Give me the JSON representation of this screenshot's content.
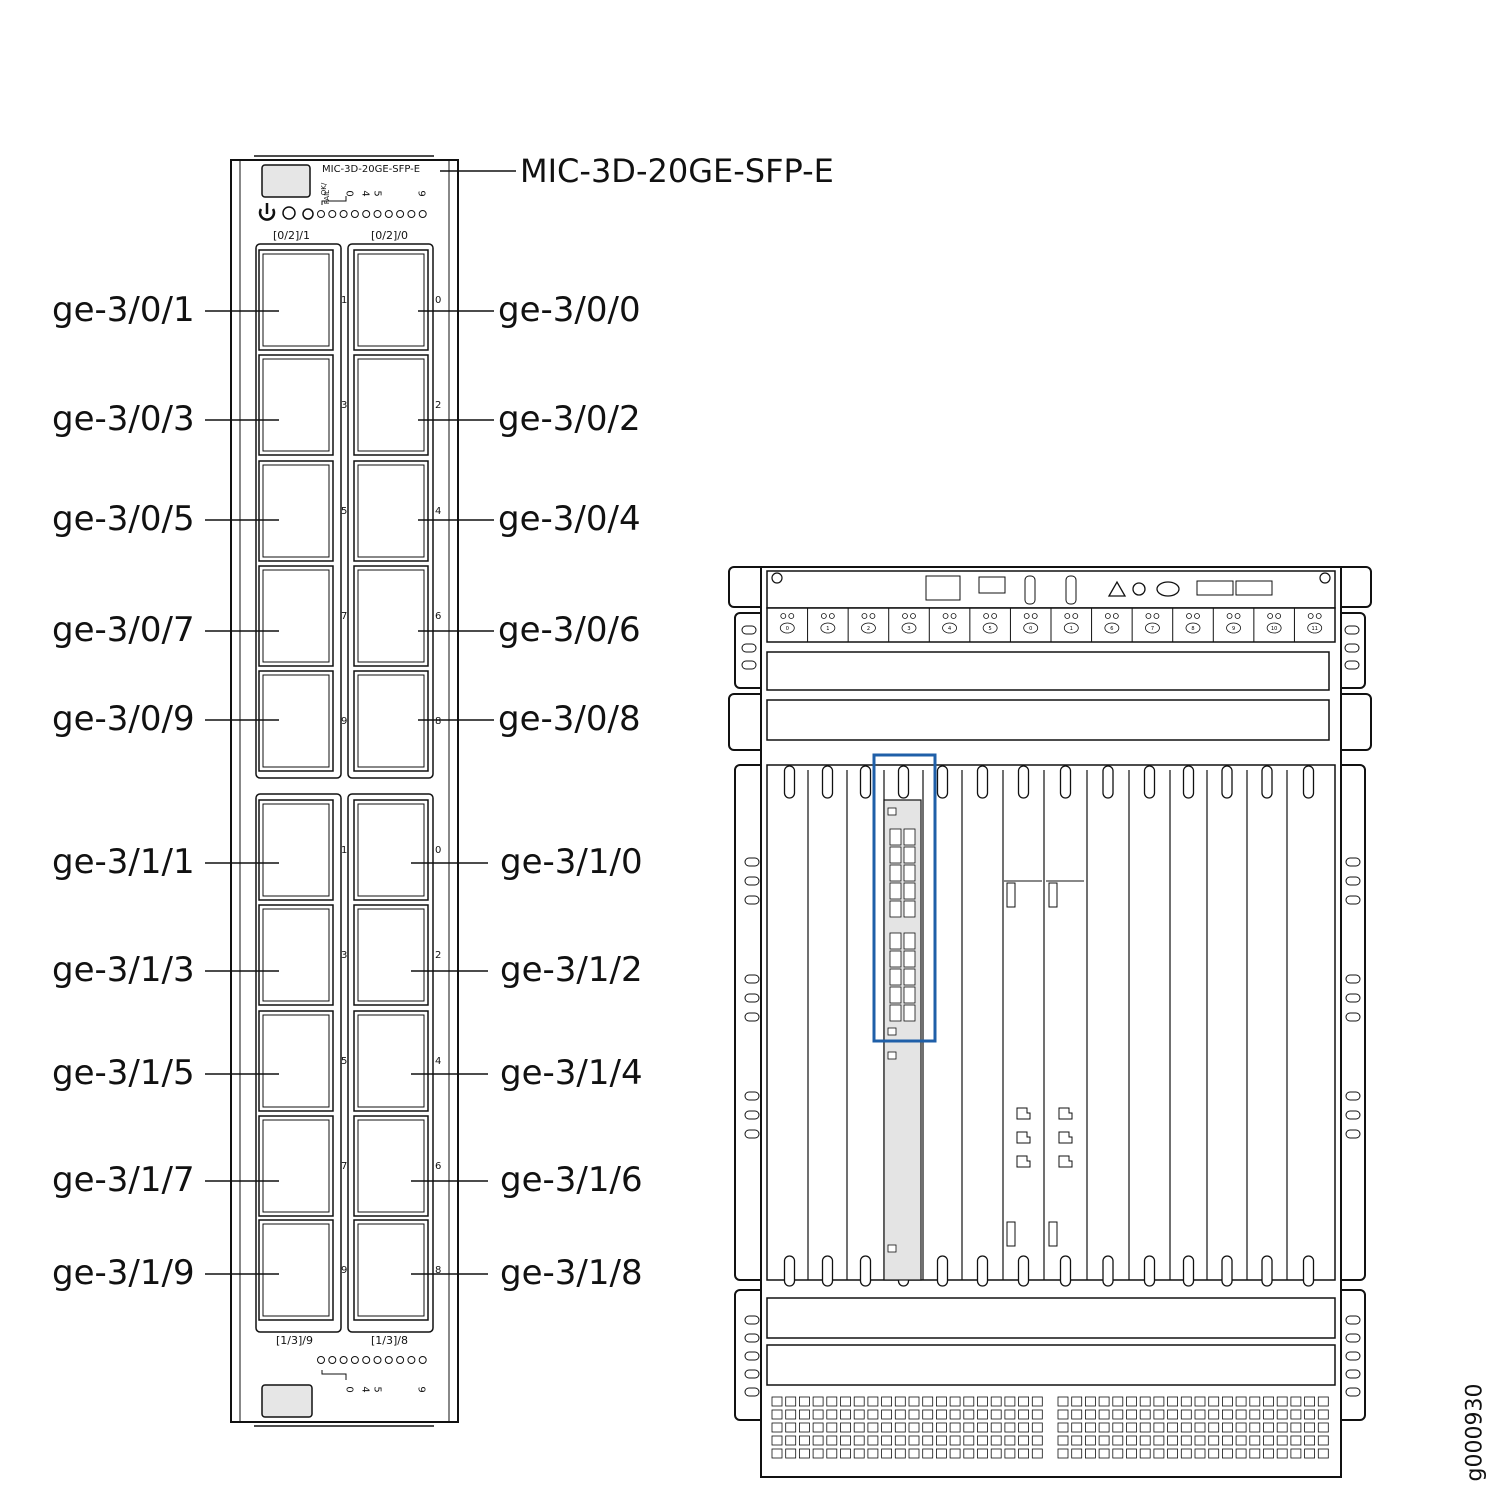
{
  "module": {
    "model": "MIC-3D-20GE-SFP-E",
    "model_small": "MIC-3D-20GE-SFP-E",
    "top_slot_labels": [
      "[0/2]/1",
      "[0/2]/0"
    ],
    "bottom_slot_labels": [
      "[1/3]/9",
      "[1/3]/8"
    ],
    "led_top_labels": [
      "0",
      "4",
      "5",
      "9"
    ],
    "led_status_labels": [
      "OK/",
      "FAIL"
    ],
    "port_numbers_left": [
      "1",
      "3",
      "5",
      "7",
      "9"
    ],
    "port_numbers_right": [
      "0",
      "2",
      "4",
      "6",
      "8"
    ]
  },
  "ports": {
    "pic0_left": [
      "ge-3/0/1",
      "ge-3/0/3",
      "ge-3/0/5",
      "ge-3/0/7",
      "ge-3/0/9"
    ],
    "pic0_right": [
      "ge-3/0/0",
      "ge-3/0/2",
      "ge-3/0/4",
      "ge-3/0/6",
      "ge-3/0/8"
    ],
    "pic1_left": [
      "ge-3/1/1",
      "ge-3/1/3",
      "ge-3/1/5",
      "ge-3/1/7",
      "ge-3/1/9"
    ],
    "pic1_right": [
      "ge-3/1/0",
      "ge-3/1/2",
      "ge-3/1/4",
      "ge-3/1/6",
      "ge-3/1/8"
    ]
  },
  "chassis": {
    "fan_tray_slot_numbers": [
      "0",
      "1",
      "2",
      "3",
      "4",
      "5",
      "0",
      "1",
      "6",
      "7",
      "8",
      "9",
      "10",
      "11"
    ],
    "highlight_color": "#1f5fa8"
  },
  "figure_id": "g000930"
}
